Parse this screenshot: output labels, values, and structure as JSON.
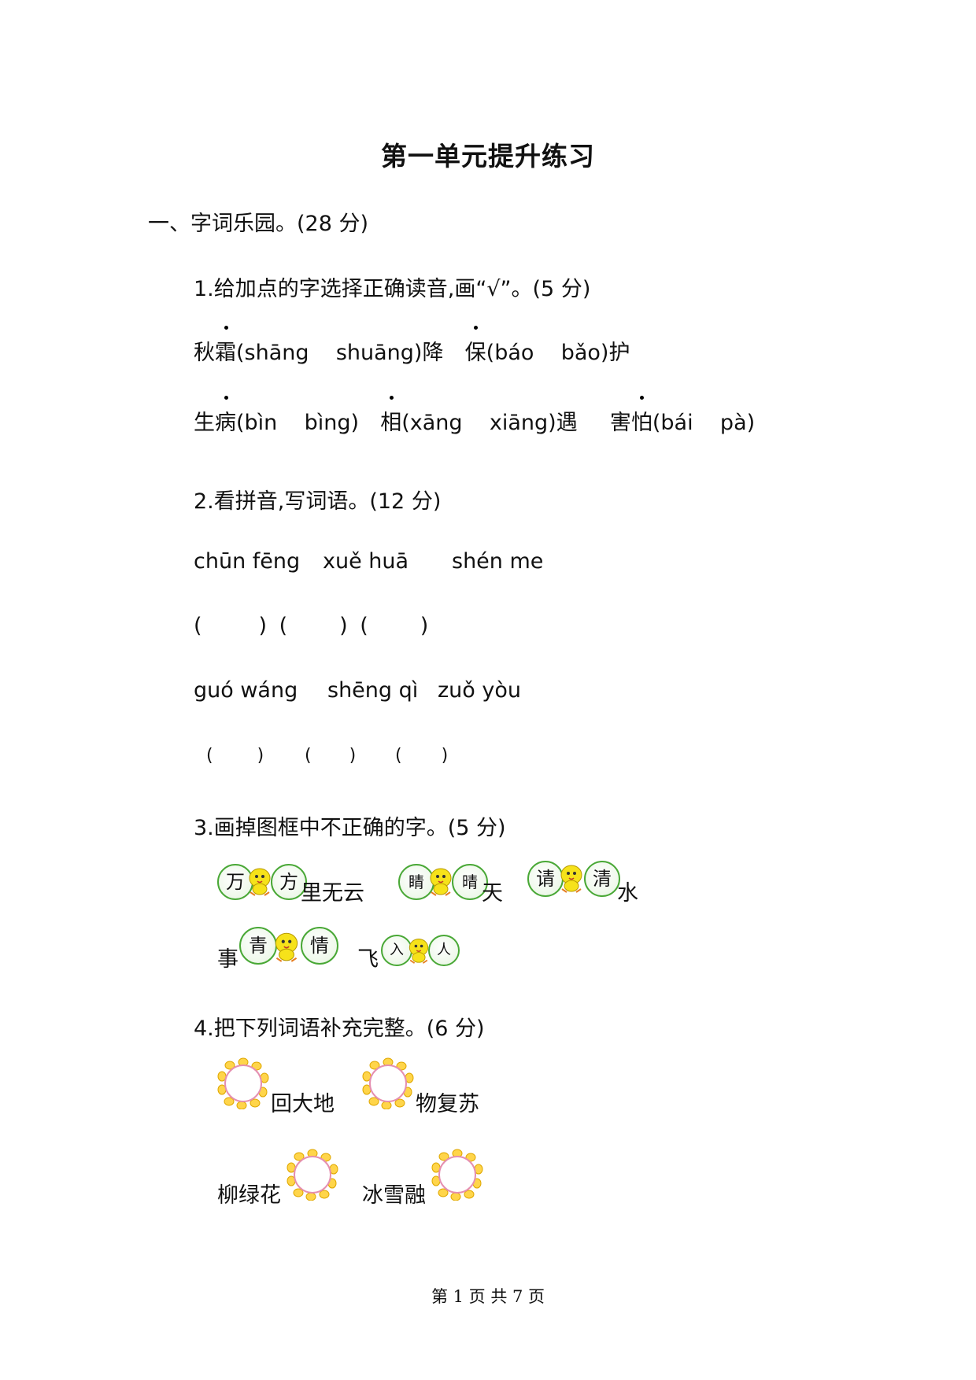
{
  "title": "第一单元提升练习",
  "section1": "一、字词乐园。(28 分)",
  "q1": {
    "heading": "1.给加点的字选择正确读音,画“√”。(5 分)",
    "row1": [
      {
        "pre": "秋",
        "dot": "霜",
        "options": "(shāng    shuāng)",
        "post": "降"
      },
      {
        "pre": "",
        "dot": "保",
        "options": "(báo    bǎo)",
        "post": "护"
      }
    ],
    "row2": [
      {
        "pre": "生",
        "dot": "病",
        "options": "(bìn    bìng)",
        "post": ""
      },
      {
        "pre": "",
        "dot": "相",
        "options": "(xāng    xiāng)",
        "post": "遇"
      },
      {
        "pre": "害",
        "dot": "怕",
        "options": "(bái    pà)",
        "post": ""
      }
    ]
  },
  "q2": {
    "heading": "2.看拼音,写词语。(12 分)",
    "pinyin1": [
      "chūn fēng",
      "xuě huā",
      "shén me"
    ],
    "pinyin2": [
      "guó wáng",
      "shēng qì",
      "zuǒ yòu"
    ],
    "paren_open": "(",
    "paren_close": ")"
  },
  "q3": {
    "heading": "3.画掉图框中不正确的字。(5 分)",
    "items": [
      {
        "a": "万",
        "b": "方",
        "suffix": "里无云",
        "prefix": ""
      },
      {
        "a": "睛",
        "b": "晴",
        "suffix": "天",
        "prefix": ""
      },
      {
        "a": "请",
        "b": "清",
        "suffix": "水",
        "prefix": ""
      },
      {
        "a": "青",
        "b": "情",
        "suffix": "",
        "prefix": "事"
      },
      {
        "a": "入",
        "b": "人",
        "suffix": "",
        "prefix": "飞"
      }
    ],
    "bubble_color": "#49a836"
  },
  "q4": {
    "heading": "4.把下列词语补充完整。(6 分)",
    "items": [
      {
        "prefix": "",
        "suffix": "回大地"
      },
      {
        "prefix": "",
        "suffix": "物复苏"
      },
      {
        "prefix": "柳绿花",
        "suffix": ""
      },
      {
        "prefix": "冰雪融",
        "suffix": ""
      }
    ]
  },
  "footer": "第 1 页 共 7 页"
}
